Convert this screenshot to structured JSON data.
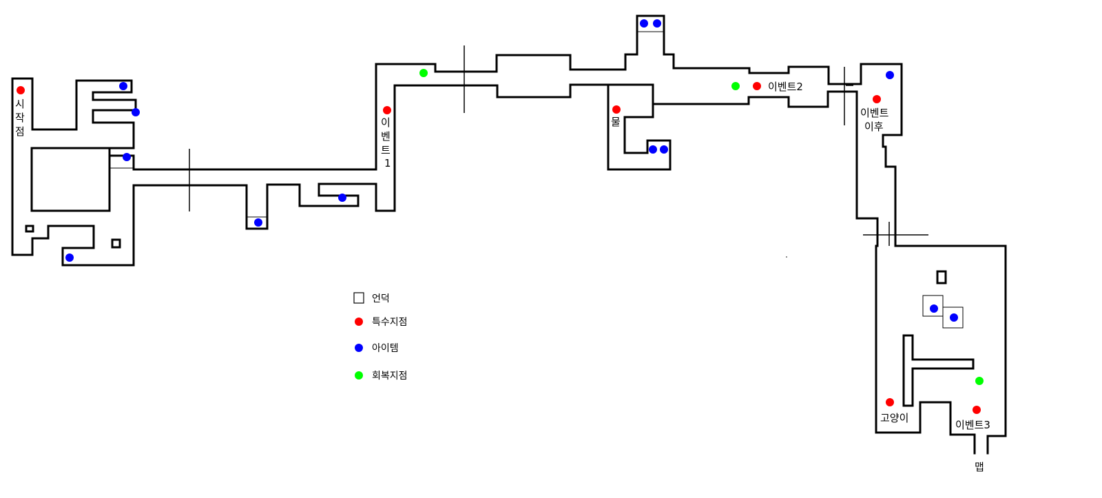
{
  "colors": {
    "special": "#ff0000",
    "item": "#0000ff",
    "heal": "#00ff00",
    "wall": "#000000"
  },
  "labels": {
    "start": "시작점",
    "event1": "이벤트1",
    "water": "물",
    "event2": "이벤트2",
    "after_event": [
      "이벤트",
      "이후"
    ],
    "cat": "고양이",
    "event3": "이벤트3",
    "map_exit": "맵"
  },
  "legend": {
    "hill": "언덕",
    "special": "특수지점",
    "item": "아이템",
    "heal": "회복지점"
  }
}
